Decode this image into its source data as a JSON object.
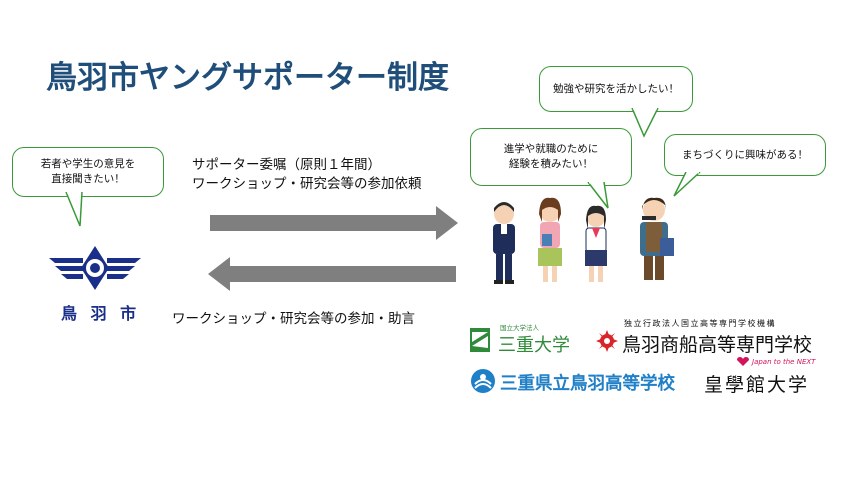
{
  "title": "鳥羽市ヤングサポーター制度",
  "bubbles": {
    "city": [
      "若者や学生の意見を",
      "直接聞きたい！"
    ],
    "study": "勉強や研究を活かしたい！",
    "experience": [
      "進学や就職のために",
      "経験を積みたい！"
    ],
    "town": "まちづくりに興味がある！"
  },
  "labels": {
    "top_line1": "サポーター委嘱（原則１年間）",
    "top_line2": "ワークショップ・研究会等の参加依頼",
    "bottom": "ワークショップ・研究会等の参加・助言"
  },
  "city": {
    "name": "鳥 羽 市",
    "color": "#1a2f8a"
  },
  "institutions": {
    "mie_univ_small": "国立大学法人",
    "mie_univ": "三重大学",
    "toba_shosen_small": "独立行政法人国立高等専門学校機構",
    "toba_shosen": "鳥羽商船高等専門学校",
    "toba_high": "三重県立鳥羽高等学校",
    "kogakkan_tagline": "Japan to the NEXT",
    "kogakkan": "皇學館大学"
  },
  "colors": {
    "title": "#1e4e79",
    "bubble_border": "#3a9a3a",
    "arrow": "#7f7f7f",
    "mie_green": "#2f8a3a",
    "shosen_red": "#d7262a",
    "toba_high_blue": "#1f7fc7",
    "kogakkan_pink": "#d4145a"
  }
}
